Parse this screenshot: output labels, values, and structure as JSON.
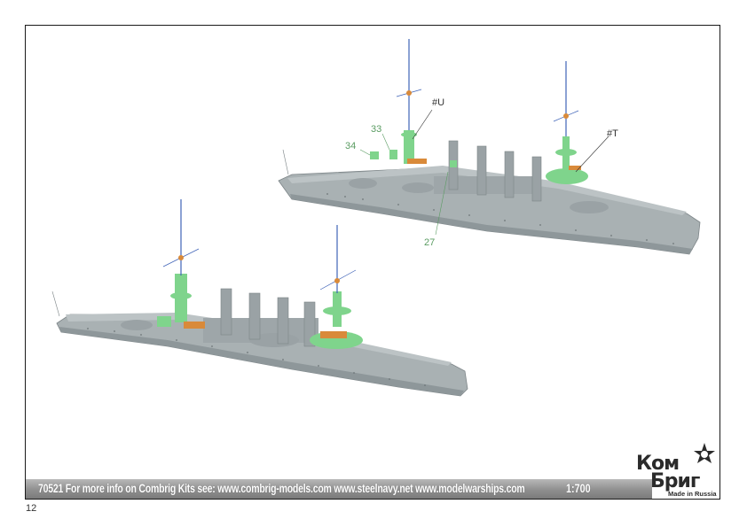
{
  "callouts": {
    "u": "#U",
    "t": "#T",
    "p33": "33",
    "p34": "34",
    "p27": "27"
  },
  "footer": {
    "info": "70521 For more info on Combrig Kits see: www.combrig-models.com www.steelnavy.net www.modelwarships.com",
    "scale": "1:700"
  },
  "logo": {
    "line1": "Ком",
    "line2": "Бриг",
    "tagline": "Made in Russia",
    "icon": "star-icon"
  },
  "page_number": "12",
  "colors": {
    "hull": "#a9b1b3",
    "hull_dark": "#8e979a",
    "highlight_part": "#7fd48c",
    "accent_orange": "#d98a3a",
    "callout_dark": "#333333",
    "callout_green": "#5a9c62",
    "mast": "#3f63b8"
  }
}
